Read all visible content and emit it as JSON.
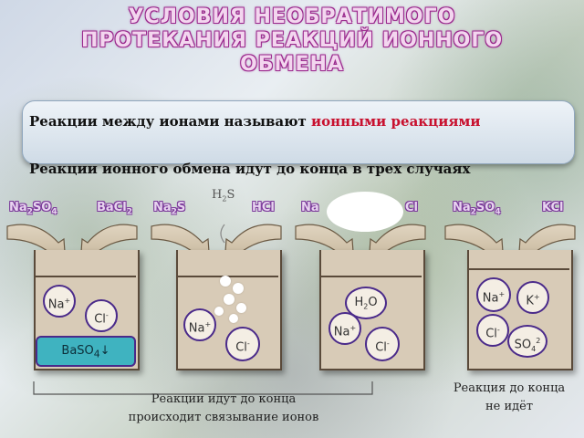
{
  "title": {
    "line1": "УСЛОВИЯ НЕОБРАТИМОГО",
    "line2": "ПРОТЕКАНИЯ РЕАКЦИЙ ИОННОГО",
    "line3": "ОБМЕНА"
  },
  "banner": {
    "text_start": "Реакции между ионами называют ",
    "text_highlight": "ионными реакциями",
    "highlight_color": "#c8102e"
  },
  "subtitle": "Реакции ионного обмена идут до конца в трех случаях",
  "beakers": [
    {
      "reagent_left": {
        "base": "Na",
        "sub1": "2",
        "mid": "SO",
        "sub2": "4"
      },
      "reagent_right": {
        "base": "BaCl",
        "sub": "2"
      },
      "ion_a": {
        "base": "Na",
        "sup": "+"
      },
      "ion_b": {
        "base": "Cl",
        "sup": "-"
      },
      "precipitate": {
        "base": "BaSO",
        "sub": "4",
        "arrow": "↓"
      }
    },
    {
      "reagent_left": {
        "base": "Na",
        "sub": "2",
        "tail": "S"
      },
      "reagent_right": "HCl",
      "gas": {
        "base": "H",
        "sub": "2",
        "tail": "S"
      },
      "ion_a": {
        "base": "Na",
        "sup": "+"
      },
      "ion_b": {
        "base": "Cl",
        "sup": "-"
      }
    },
    {
      "reagent_left": "Na",
      "reagent_right": "Cl",
      "molecule": {
        "base": "H",
        "sub": "2",
        "tail": "O"
      },
      "ion_a": {
        "base": "Na",
        "sup": "+"
      },
      "ion_b": {
        "base": "Cl",
        "sup": "-"
      }
    },
    {
      "reagent_left": {
        "base": "Na",
        "sub1": "2",
        "mid": "SO",
        "sub2": "4"
      },
      "reagent_right": "KCl",
      "ion_a": {
        "base": "Na",
        "sup": "+"
      },
      "ion_b": {
        "base": "K",
        "sup": "+"
      },
      "ion_c": {
        "base": "Cl",
        "sup": "-"
      },
      "ion_d": {
        "base": "SO",
        "sub": "4",
        "sup": "2"
      }
    }
  ],
  "note_complete": {
    "line1": "Реакции идут до конца",
    "line2": "происходит связывание ионов"
  },
  "note_incomplete": {
    "line1": "Реакция до конца",
    "line2": "не идёт"
  },
  "colors": {
    "beaker_fill": "#d8cbb7",
    "funnel_fill": "#d2c4ad",
    "ion_border": "#4a2a8a",
    "precipitate": "#3fb3c0",
    "title_outline": "#9b2a8e"
  }
}
